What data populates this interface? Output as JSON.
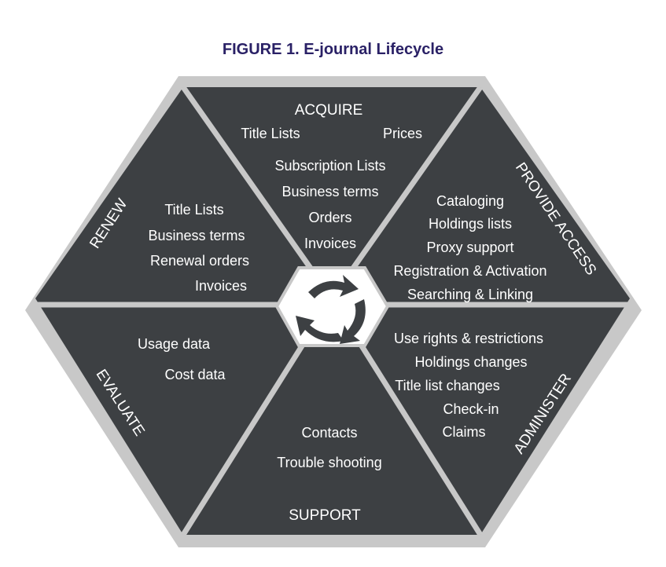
{
  "title": "FIGURE 1. E-journal Lifecycle",
  "colors": {
    "title": "#2a2166",
    "segment_fill": "#3d4043",
    "border_fill": "#c8c8c8",
    "divider": "#c8c8c8",
    "text": "#ffffff",
    "center_fill": "#ffffff",
    "arrow": "#3d4043"
  },
  "icons": {
    "center": "recycle-arrows-icon"
  },
  "segments": {
    "acquire": {
      "heading": "ACQUIRE",
      "items": [
        "Title Lists",
        "Prices",
        "Subscription Lists",
        "Business terms",
        "Orders",
        "Invoices"
      ]
    },
    "provide_access": {
      "heading": "PROVIDE ACCESS",
      "items": [
        "Cataloging",
        "Holdings lists",
        "Proxy support",
        "Registration & Activation",
        "Searching & Linking"
      ]
    },
    "administer": {
      "heading": "ADMINISTER",
      "items": [
        "Use rights & restrictions",
        "Holdings changes",
        "Title list changes",
        "Check-in",
        "Claims"
      ]
    },
    "support": {
      "heading": "SUPPORT",
      "items": [
        "Contacts",
        "Trouble shooting"
      ]
    },
    "evaluate": {
      "heading": "EVALUATE",
      "items": [
        "Usage data",
        "Cost data"
      ]
    },
    "renew": {
      "heading": "RENEW",
      "items": [
        "Title Lists",
        "Business terms",
        "Renewal orders",
        "Invoices"
      ]
    }
  }
}
